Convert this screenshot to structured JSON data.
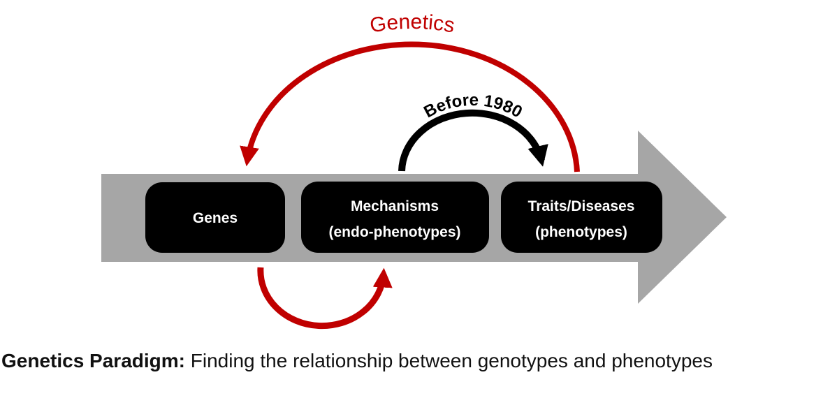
{
  "colors": {
    "red": "#C00000",
    "black": "#000000",
    "gray": "#A6A6A6",
    "box_fill": "#000000",
    "box_text": "#FFFFFF"
  },
  "diagram": {
    "boxes": [
      {
        "label": "Genes"
      },
      {
        "line1": "Mechanisms",
        "line2": "(endo-phenotypes)"
      },
      {
        "line1": "Traits/Diseases",
        "line2": "(phenotypes)"
      }
    ],
    "arcs": {
      "genetics": {
        "label": "Genetics"
      },
      "before_1980": {
        "label": "Before 1980"
      }
    }
  },
  "caption": {
    "bold": "Genetics Paradigm:",
    "regular": " Finding the relationship between genotypes and phenotypes"
  }
}
